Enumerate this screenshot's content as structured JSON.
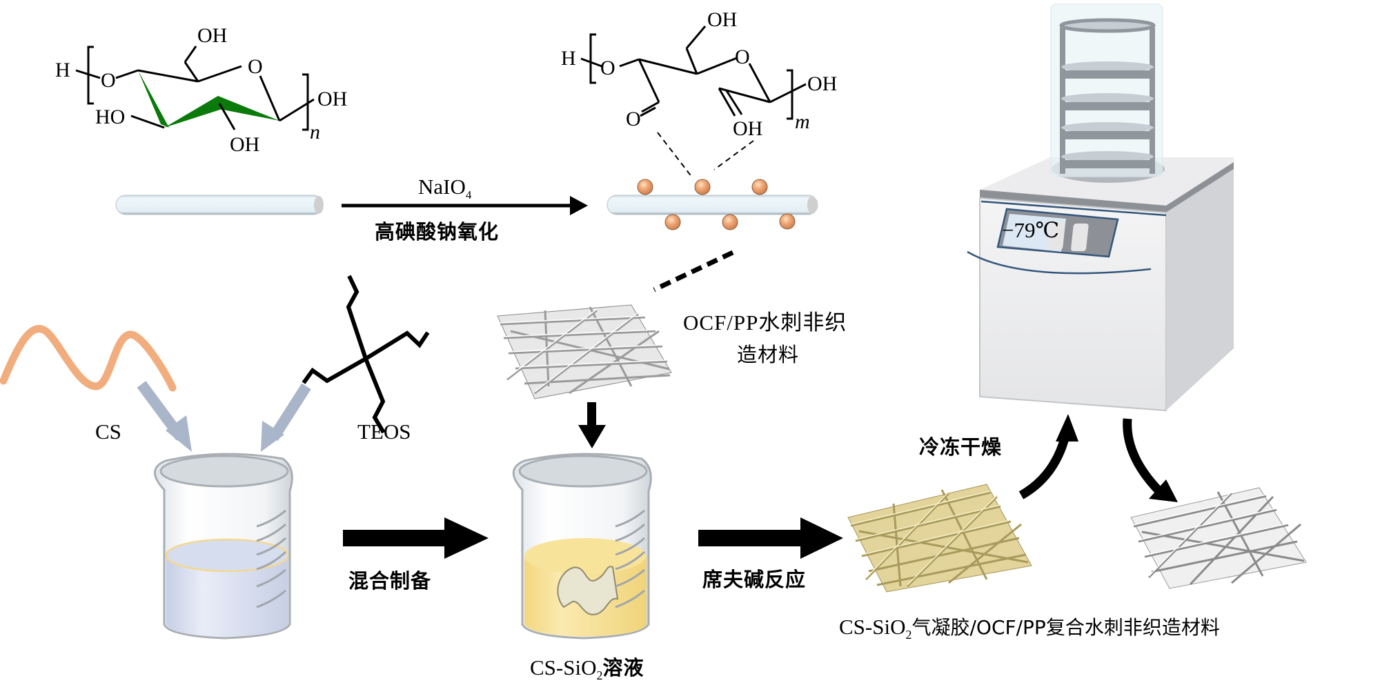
{
  "figure": {
    "cellulose_structure": {
      "left_terminal": "H",
      "atoms": [
        "O",
        "OH",
        "O",
        "HO",
        "OH",
        "OH"
      ],
      "repeat_subscript": "n",
      "ring_highlight_color": "#0a7a0a"
    },
    "oxidized_structure": {
      "left_terminal": "H",
      "atoms": [
        "O",
        "OH",
        "O",
        "O",
        "OH",
        "OH"
      ],
      "repeat_subscript": "m"
    },
    "oxidation_step": {
      "reagent": "NaIO",
      "reagent_subscript": "4",
      "label": "高碘酸钠氧化"
    },
    "fiber_color": "#e6f2f8",
    "particle_color": "#f0a874",
    "ocf_pp_label_line1": "OCF/PP水刺非织",
    "ocf_pp_label_line2": "造材料",
    "cs_label": "CS",
    "teos_label": "TEOS",
    "cs_color": "#f2ad7e",
    "feed_arrow_color": "#a9b5c8",
    "mixing_step_label": "混合制备",
    "solution_label_prefix": "CS-SiO",
    "solution_label_subscript": "2",
    "solution_label_suffix": "溶液",
    "schiff_step_label": "席夫碱反应",
    "freeze_dry_label": "冷冻干燥",
    "freeze_dryer_display": "−79℃",
    "product_label_prefix": "CS-SiO",
    "product_label_subscript": "2",
    "product_label_suffix": "气凝胶/OCF/PP复合水刺非织造材料",
    "liquid_blue": "#d6ddef",
    "liquid_yellow": "#f8e39a",
    "gel_mat_color": "#e2d49a"
  }
}
